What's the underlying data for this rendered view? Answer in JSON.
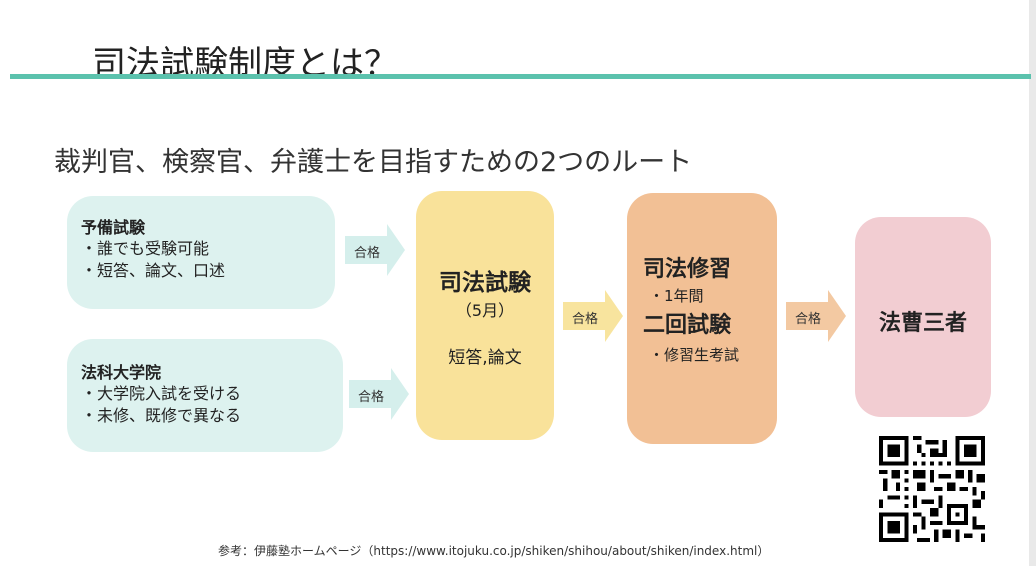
{
  "title": "司法試験制度とは？",
  "subtitle": "裁判官、検察官、弁護士を目指すための2つのルート",
  "route_prep": {
    "heading": "予備試験",
    "items": [
      "・誰でも受験可能",
      "・短答、論文、口述"
    ]
  },
  "route_law_school": {
    "heading": "法科大学院",
    "items": [
      "・大学院入試を受ける",
      "・未修、既修で異なる"
    ]
  },
  "bar_exam": {
    "title": "司法試験",
    "month": "（5月）",
    "type": "短答,論文"
  },
  "training": {
    "title": "司法修習",
    "duration": "・1年間",
    "second_exam": "二回試験",
    "second_exam_detail": "・修習生考試"
  },
  "result": "法曹三者",
  "arrow_label": "合格",
  "citation": "参考：伊藤塾ホームページ（https://www.itojuku.co.jp/shiken/shihou/about/shiken/index.html）",
  "colors": {
    "accent_rule": "#5bc2ad",
    "route_box": "#ddf2ef",
    "arrow_teal": "#d5efec",
    "exam_box": "#f9e29a",
    "arrow_yellow": "#f8e49e",
    "training_box": "#f2c095",
    "arrow_orange": "#f3c9a2",
    "result_box": "#f2cdd2"
  }
}
